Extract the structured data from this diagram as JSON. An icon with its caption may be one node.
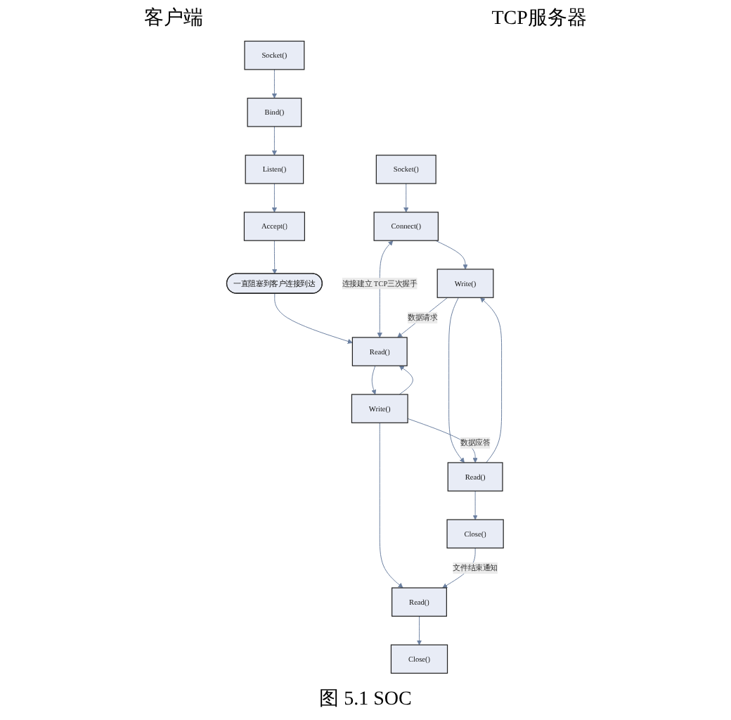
{
  "diagram": {
    "caption": "图 5.1 SOC",
    "nodes": [
      {
        "text": [
          "Socket()"
        ]
      },
      {
        "text": [
          "Connect()"
        ]
      },
      {
        "text": [
          "Write()"
        ]
      },
      {
        "text": [
          "Read()"
        ]
      },
      {
        "text": [
          "Close()"
        ]
      },
      {
        "text": [
          "Socket()"
        ]
      },
      {
        "text": [
          "Bind()"
        ]
      },
      {
        "text": [
          "Listen()"
        ]
      },
      {
        "text": [
          "Accept()"
        ]
      },
      {
        "text": [
          "一直阻塞到客户连接到达"
        ]
      },
      {
        "text": [
          "Read()"
        ]
      },
      {
        "text": [
          "Write()"
        ]
      },
      {
        "text": [
          "Read()"
        ]
      },
      {
        "text": [
          "Close()"
        ]
      }
    ],
    "edges": [
      {
        "from": 0,
        "to": 1,
        "arrow": "to"
      },
      {
        "from": 1,
        "to": 2,
        "arrow": "to"
      },
      {
        "from": 2,
        "to": 3,
        "arrow": "to"
      },
      {
        "from": 3,
        "to": 4,
        "arrow": "to"
      },
      {
        "from": 3,
        "to": 2,
        "arrow": "to"
      },
      {
        "from": 5,
        "to": 6,
        "arrow": "to"
      },
      {
        "from": 6,
        "to": 7,
        "arrow": "to"
      },
      {
        "from": 7,
        "to": 8,
        "arrow": "to"
      },
      {
        "from": 8,
        "to": 9,
        "arrow": "to"
      },
      {
        "from": 9,
        "to": 10,
        "arrow": "to"
      },
      {
        "from": 10,
        "to": 11,
        "arrow": "to"
      },
      {
        "from": 11,
        "to": 12,
        "arrow": "to"
      },
      {
        "from": 12,
        "to": 13,
        "arrow": "to"
      },
      {
        "from": 11,
        "to": 10,
        "arrow": "to"
      },
      {
        "from": 1,
        "to": 10,
        "arrow": "both",
        "label": "连接建立 TCP三次握手"
      },
      {
        "from": 2,
        "to": 10,
        "arrow": "to",
        "label": "数据请求"
      },
      {
        "from": 11,
        "to": 3,
        "arrow": "to",
        "label": "数据应答"
      },
      {
        "from": 4,
        "to": 12,
        "arrow": "to",
        "label": "文件结束通知"
      }
    ],
    "labels": [
      "TCP服务器",
      "客户端"
    ]
  }
}
